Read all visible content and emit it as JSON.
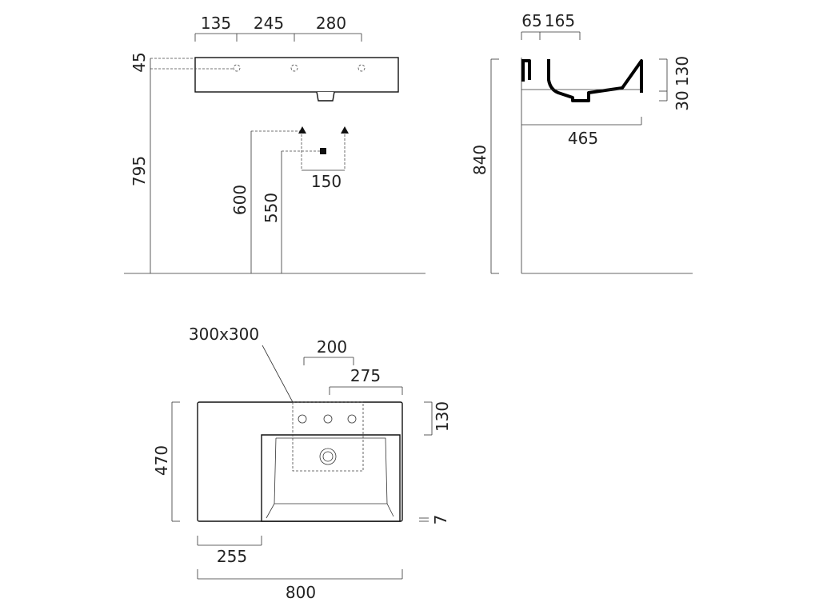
{
  "front_view": {
    "dims": {
      "d135": "135",
      "d245": "245",
      "d280": "280",
      "d45": "45",
      "d795": "795",
      "d600": "600",
      "d550": "550",
      "d150": "150"
    }
  },
  "side_view": {
    "dims": {
      "d65": "65",
      "d165": "165",
      "d130": "130",
      "d30": "30",
      "d465": "465",
      "d840": "840"
    }
  },
  "top_view": {
    "dims": {
      "d300x300": "300x300",
      "d200": "200",
      "d275": "275",
      "d130": "130",
      "d470": "470",
      "d7": "7",
      "d255": "255",
      "d800": "800"
    }
  }
}
